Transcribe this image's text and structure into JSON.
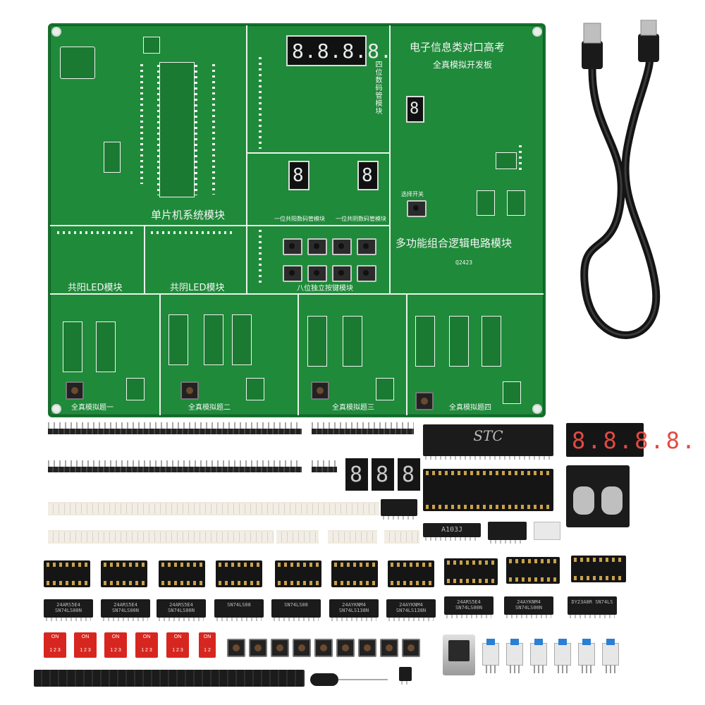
{
  "board": {
    "title": "电子信息类对口高考",
    "subtitle": "全真模拟开发板",
    "modules": {
      "mcu": "单片机系统模块",
      "display4": "四位数码管模块",
      "common_anode_1": "一位共阳数码管模块",
      "common_cathode_1": "一位共阴数码管模块",
      "led_anode": "共阳LED模块",
      "led_cathode": "共阴LED模块",
      "keys": "八位独立按键模块",
      "logic": "多功能组合逻辑电路模块",
      "switch_label": "选择开关",
      "sim1": "全真模拟题一",
      "sim2": "全真模拟题二",
      "sim3": "全真模拟题三",
      "sim4": "全真模拟题四"
    },
    "date_code": "Q2423",
    "digits": "8.8.8.8."
  },
  "parts": {
    "mcu_brand": "STC",
    "resistor_array": "A103J",
    "ic_labels": [
      "24ARS5E4 SN74LS00N",
      "24ARS5E4 SN74LS00N",
      "24ARS5E4 SN74LS00N",
      "SN74LS08",
      "SN74LS08",
      "24AYKNM4 SN74LS138N",
      "24AYKNM4 SN74LS138N",
      "24ARS5E4 SN74LS00N",
      "24AYKNM4 SN74LS00N",
      "DY23A8R SN74LS"
    ],
    "dip_label": "ON",
    "dip3_numbers": "1 2 3",
    "dip2_numbers": "1 2"
  },
  "colors": {
    "pcb": "#1f8a3a",
    "silkscreen": "#f4f7f4",
    "dip_switch": "#d7261f",
    "slide_cap": "#2a7fd4"
  }
}
